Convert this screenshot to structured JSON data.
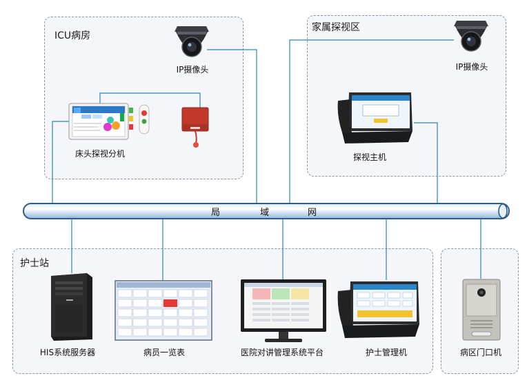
{
  "zones": {
    "icu": {
      "title": "ICU病房"
    },
    "family": {
      "title": "家属探视区"
    },
    "nurse": {
      "title": "护士站"
    },
    "door": {
      "title": ""
    }
  },
  "lan": {
    "chars": [
      "局",
      "域",
      "网"
    ]
  },
  "devices": {
    "icu_camera": "IP摄像头",
    "bedside_terminal": "床头探视分机",
    "family_camera": "IP摄像头",
    "visit_host": "探视主机",
    "his_server": "HIS系统服务器",
    "patient_board": "病员一览表",
    "intercom_platform": "医院对讲管理系统平台",
    "nurse_host": "护士管理机",
    "ward_door": "病区门口机"
  },
  "colors": {
    "wire": "#2a86b8",
    "zone_border": "#8a96a3"
  }
}
